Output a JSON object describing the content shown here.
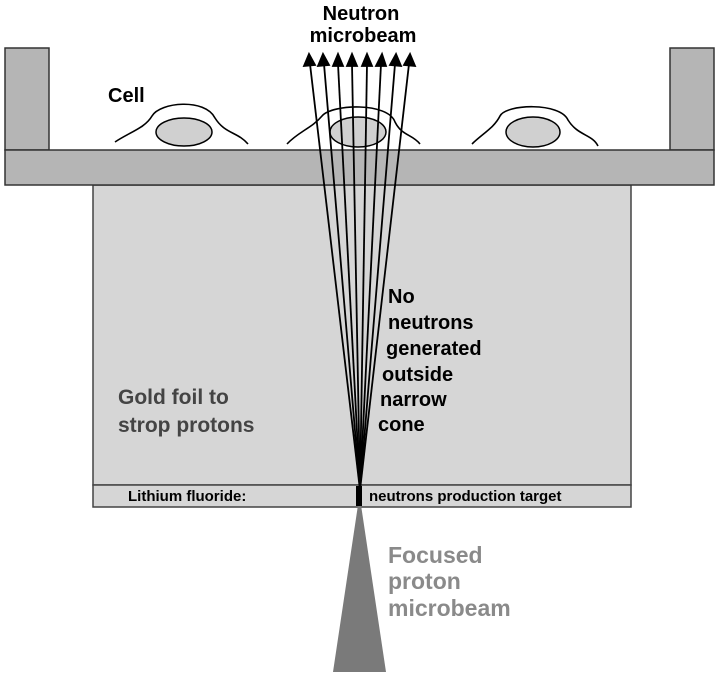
{
  "diagram": {
    "title_lines": [
      "Neutron",
      "microbeam"
    ],
    "cell_label": "Cell",
    "gold_foil_lines": [
      "Gold foil to",
      "strop protons"
    ],
    "cone_note_lines": [
      "No",
      "neutrons",
      "generated",
      "outside",
      "narrow",
      "cone"
    ],
    "target_left_label": "Lithium fluoride:",
    "target_right_label": "neutrons production target",
    "proton_beam_lines": [
      "Focused",
      "proton",
      "microbeam"
    ]
  }
}
